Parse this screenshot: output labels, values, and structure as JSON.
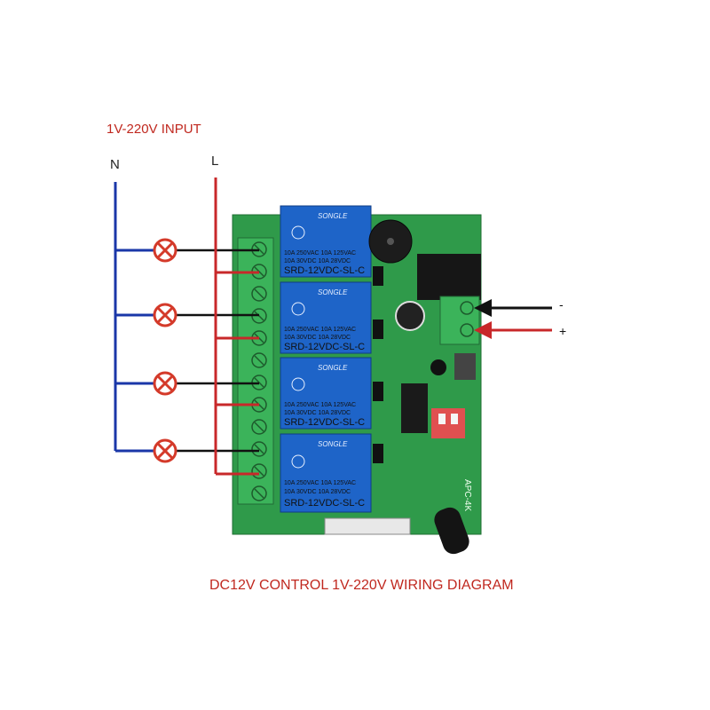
{
  "title_top": "1V-220V INPUT",
  "title_bottom": "DC12V CONTROL 1V-220V WIRING DIAGRAM",
  "wire_labels": {
    "neutral": "N",
    "live": "L"
  },
  "relay": {
    "brand": "SONGLE",
    "rating_line1": "10A 250VAC  10A 125VAC",
    "rating_line2": "10A 30VDC  10A 28VDC",
    "model": "SRD-12VDC-SL-C"
  },
  "board_label": "APC-4K",
  "dc_terminals": {
    "negative": "-",
    "positive": "+"
  },
  "colors": {
    "pcb_green": "#2f9a4a",
    "relay_blue": "#1e64c8",
    "neutral_wire": "#1a37a8",
    "live_wire": "#c8282a",
    "terminal_green": "#3bb35a",
    "title_red": "#c0281f"
  },
  "lamp_icon": "lamp-cross-icon"
}
